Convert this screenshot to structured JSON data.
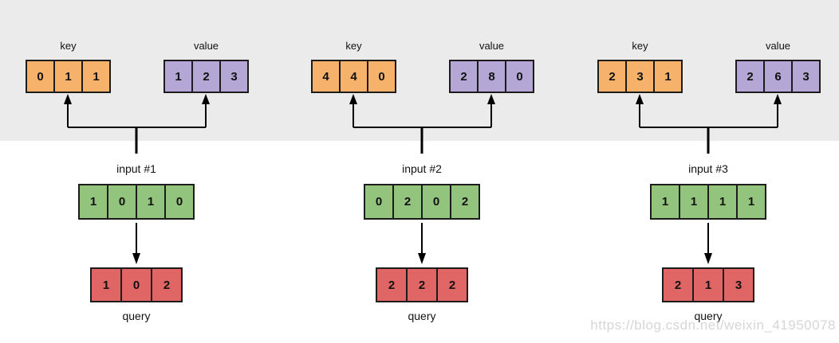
{
  "colors": {
    "band_bg": "#ebebeb",
    "page_bg": "#ffffff",
    "key_cell": "#f6b26b",
    "value_cell": "#b4a7d6",
    "input_cell": "#93c47d",
    "query_cell": "#e06666",
    "cell_border": "#1c1c1c",
    "arrow": "#000000",
    "watermark": "#d6d6d6"
  },
  "labels": {
    "key": "key",
    "value": "value",
    "query": "query"
  },
  "groups": [
    {
      "input_label": "input #1",
      "key": [
        "0",
        "1",
        "1"
      ],
      "value": [
        "1",
        "2",
        "3"
      ],
      "input": [
        "1",
        "0",
        "1",
        "0"
      ],
      "query": [
        "1",
        "0",
        "2"
      ]
    },
    {
      "input_label": "input #2",
      "key": [
        "4",
        "4",
        "0"
      ],
      "value": [
        "2",
        "8",
        "0"
      ],
      "input": [
        "0",
        "2",
        "0",
        "2"
      ],
      "query": [
        "2",
        "2",
        "2"
      ]
    },
    {
      "input_label": "input #3",
      "key": [
        "2",
        "3",
        "1"
      ],
      "value": [
        "2",
        "6",
        "3"
      ],
      "input": [
        "1",
        "1",
        "1",
        "1"
      ],
      "query": [
        "2",
        "1",
        "3"
      ]
    }
  ],
  "watermark": "https://blog.csdn.net/weixin_41950078"
}
